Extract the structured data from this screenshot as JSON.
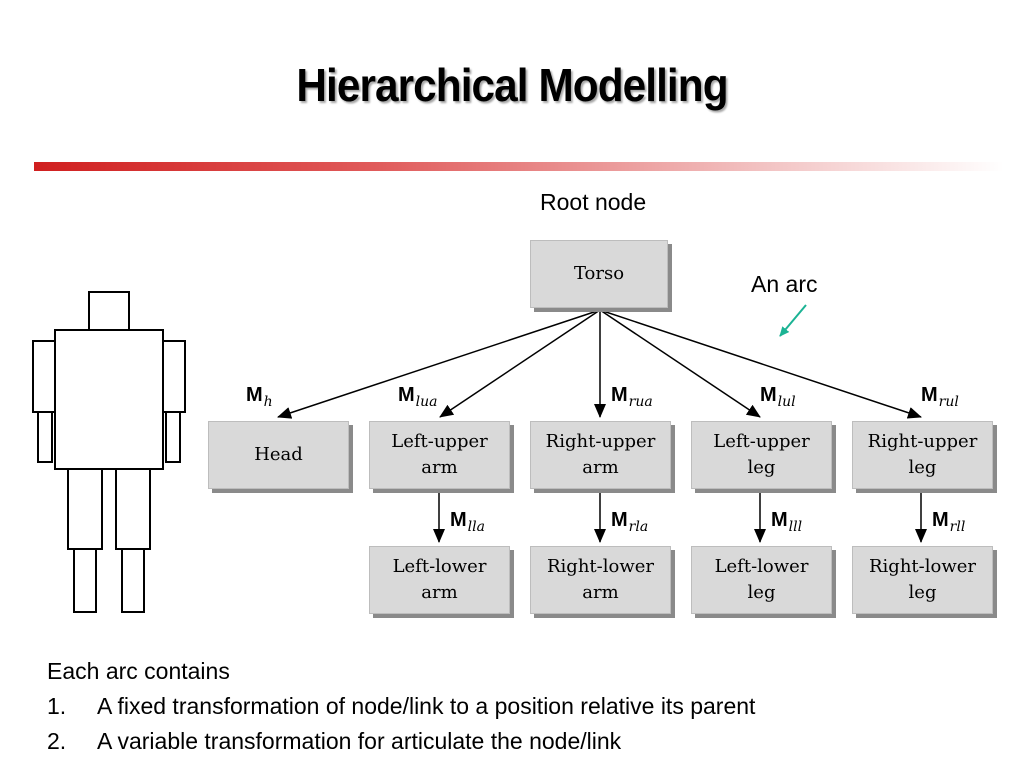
{
  "slide": {
    "title": "Hierarchical Modelling"
  },
  "diagram": {
    "root_label": "Root node",
    "arc_label": "An arc",
    "root": "Torso",
    "children": [
      {
        "name": "Head",
        "matrix": "M",
        "matrix_sub": "h"
      },
      {
        "name": "Left-upper\narm",
        "matrix": "M",
        "matrix_sub": "lua",
        "child": {
          "name": "Left-lower\narm",
          "matrix": "M",
          "matrix_sub": "lla"
        }
      },
      {
        "name": "Right-upper\narm",
        "matrix": "M",
        "matrix_sub": "rua",
        "child": {
          "name": "Right-lower\narm",
          "matrix": "M",
          "matrix_sub": "rla"
        }
      },
      {
        "name": "Left-upper\nleg",
        "matrix": "M",
        "matrix_sub": "lul",
        "child": {
          "name": "Left-lower\nleg",
          "matrix": "M",
          "matrix_sub": "lll"
        }
      },
      {
        "name": "Right-upper\nleg",
        "matrix": "M",
        "matrix_sub": "rul",
        "child": {
          "name": "Right-lower\nleg",
          "matrix": "M",
          "matrix_sub": "rll"
        }
      }
    ]
  },
  "footer": {
    "intro": "Each arc contains",
    "items": [
      {
        "num": "1.",
        "text": "A fixed transformation of node/link to a position relative its parent"
      },
      {
        "num": "2.",
        "text": "A variable transformation for articulate the node/link"
      }
    ]
  },
  "colors": {
    "accent_rule": "#d01f1f",
    "node_fill": "#d9d9d9",
    "arc_pointer": "#1bb394"
  }
}
